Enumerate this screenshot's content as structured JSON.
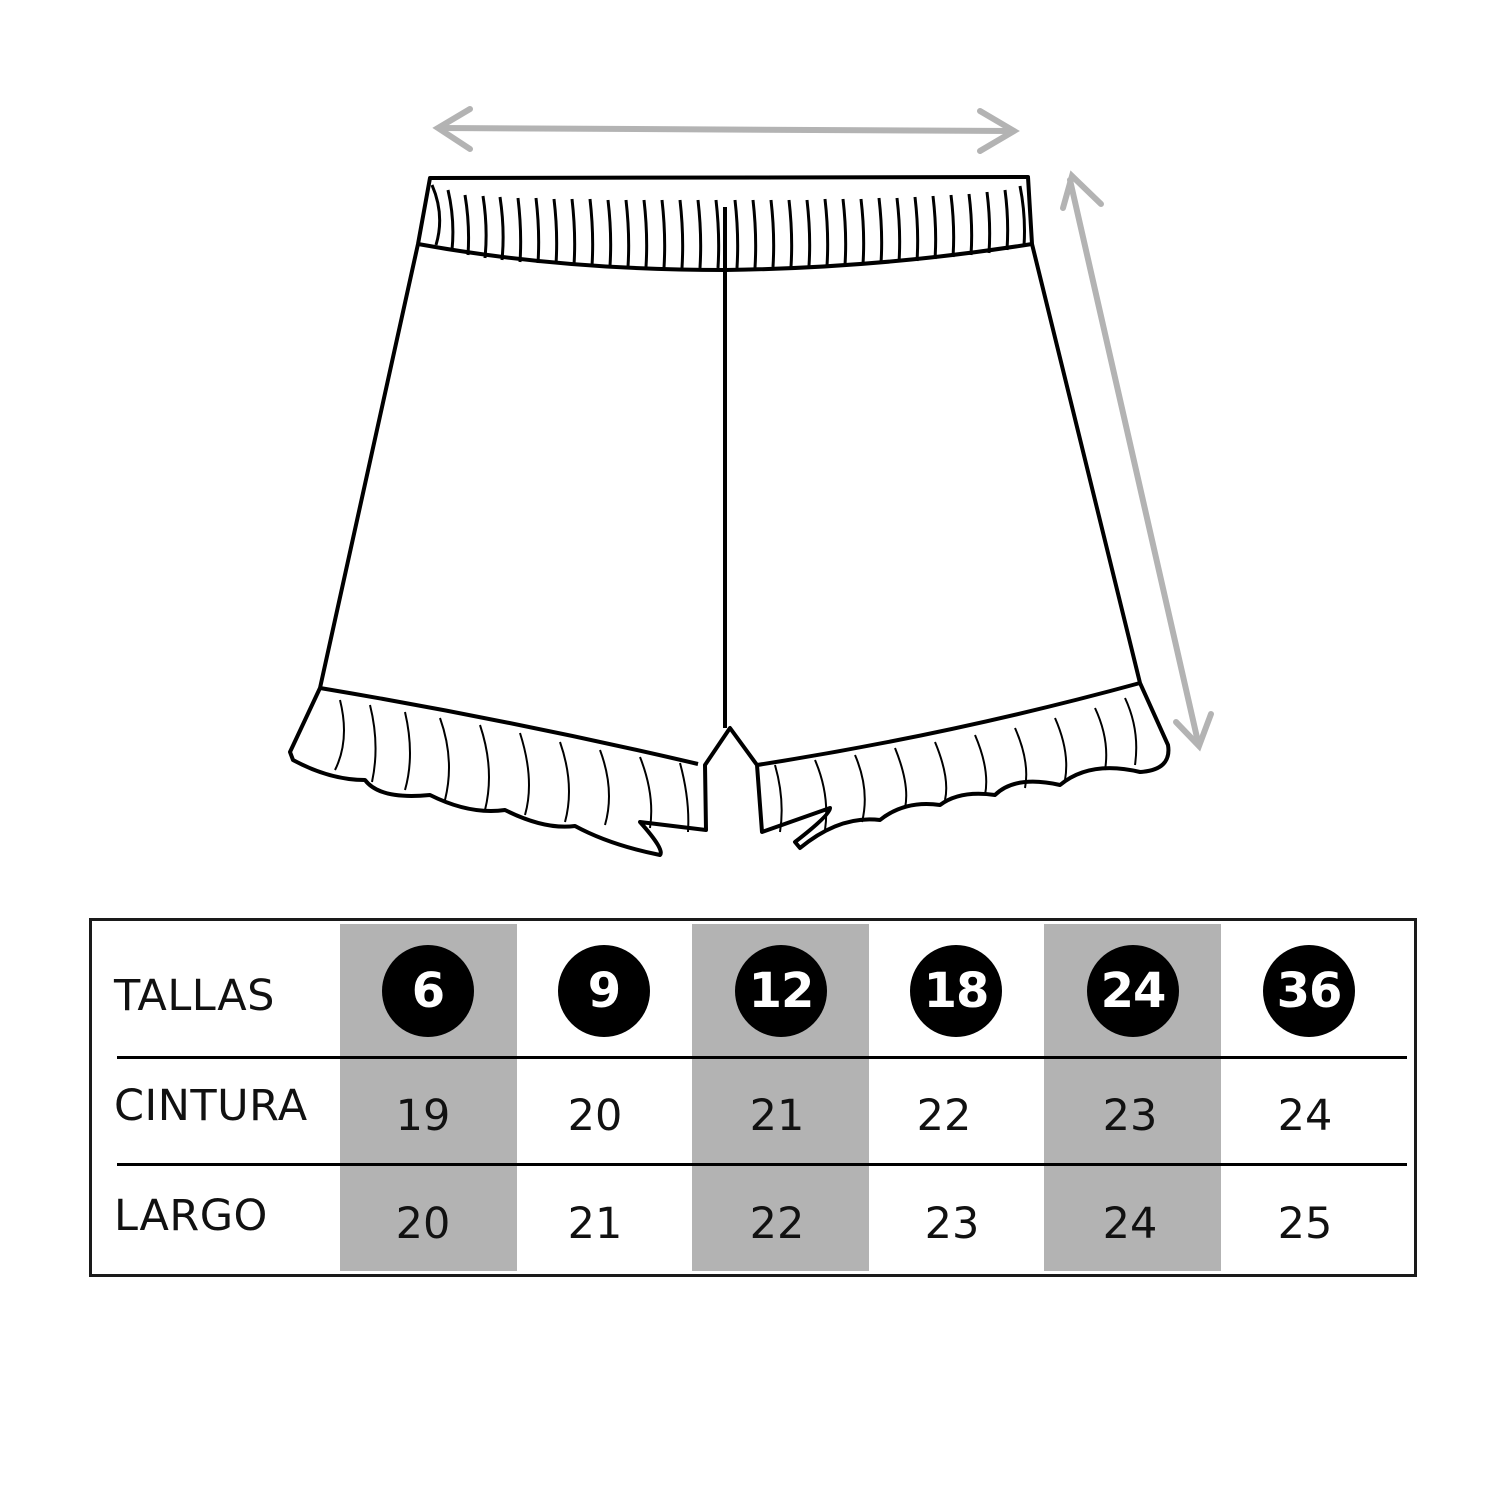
{
  "table": {
    "row_labels": {
      "sizes": "TALLAS",
      "waist": "CINTURA",
      "length": "LARGO"
    },
    "sizes": [
      "6",
      "9",
      "12",
      "18",
      "24",
      "36"
    ],
    "waist": [
      "19",
      "20",
      "21",
      "22",
      "23",
      "24"
    ],
    "length": [
      "20",
      "21",
      "22",
      "23",
      "24",
      "25"
    ]
  },
  "colors": {
    "shade": "#b3b3b3",
    "badge": "#000000",
    "arrow": "#b3b3b3",
    "outline": "#000000"
  }
}
